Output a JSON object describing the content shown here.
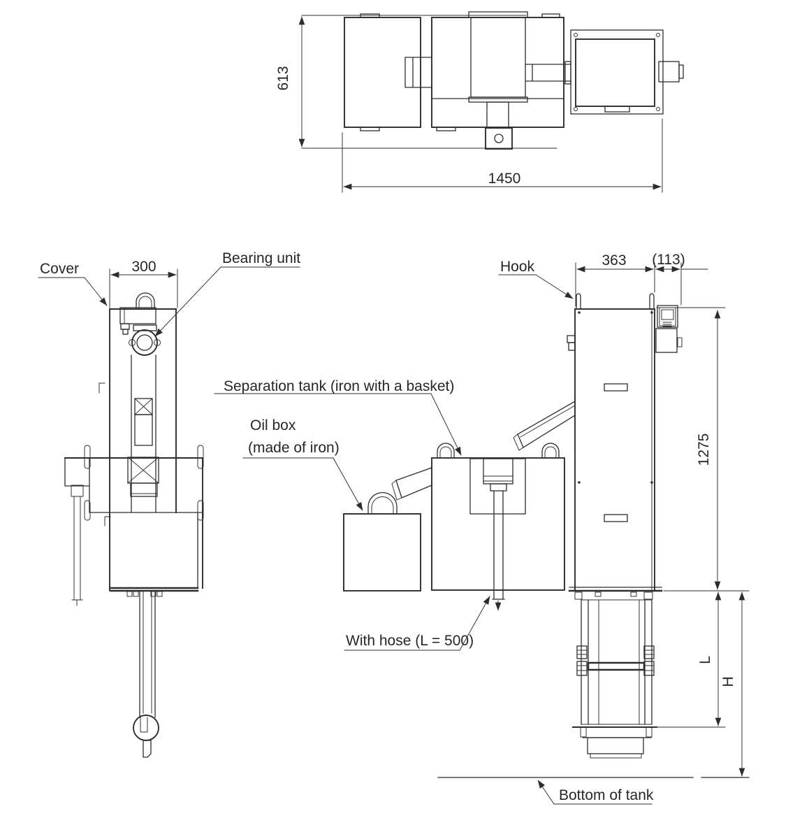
{
  "drawing": {
    "type": "technical dimensional drawing, skimmer / separator unit, 3 orthographic views plus top view",
    "line_color": "#2d2d2d",
    "background_color": "#ffffff"
  },
  "labels": {
    "dim_613": "613",
    "dim_1450": "1450",
    "cover": "Cover",
    "dim_300": "300",
    "bearing_unit": "Bearing unit",
    "separation_tank": "Separation tank (iron with a basket)",
    "oil_box_1": "Oil box",
    "oil_box_2": "(made of iron)",
    "with_hose": "With hose (L = 500)",
    "hook": "Hook",
    "dim_363": "363",
    "dim_113": "(113)",
    "dim_1275": "1275",
    "dim_L": "L",
    "dim_H": "H",
    "bottom_of_tank": "Bottom of tank"
  }
}
